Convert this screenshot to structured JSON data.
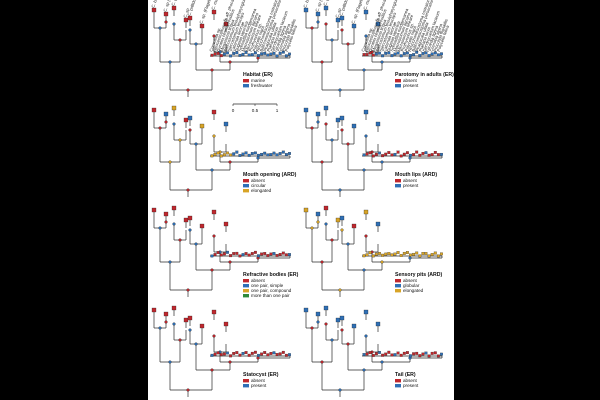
{
  "figure": {
    "taxa": [
      "C. baltica",
      "C. sp (Indian)",
      "C. gracilis",
      "C. sp",
      "C. pallidum",
      "C. sp. (Flagellum)",
      "C. marina",
      "S. aff. phoca",
      "Convoluta sp.",
      "Geocentrophora sp.",
      "Gyratrix hermaphroditus",
      "Mesostoma lingua",
      "Stenostomum brevipharyngium",
      "Stenostomum leucops",
      "Catenula lemnae",
      "Dugesia japonica",
      "Schmidtea mediterranea",
      "Macrostomum lignano",
      "Microstomum lineare",
      "Prorhynchus sp.",
      "Polycelis nigra",
      "Rhynchomesostoma rostratum",
      "Bothromesostoma personatum",
      "Phagocata ullala",
      "Planaria torva",
      "Dendrocoelum lacteum",
      "Girardia tigrina",
      "Crenobia alpina",
      "Procotyla fluviatilis",
      "Polycelis felina"
    ],
    "scale_bar": {
      "ticks": [
        "0",
        "0.5",
        "1"
      ]
    },
    "colors": {
      "red": "#c0272d",
      "blue": "#2e6fb6",
      "gold": "#d8a426",
      "green": "#2f8a3a",
      "grey": "#8a8a8a",
      "line": "#2a2a2a"
    },
    "panels": [
      {
        "title": "Habitat (ER)",
        "states": [
          {
            "label": "marine",
            "color": "#c0272d"
          },
          {
            "label": "freshwater",
            "color": "#2e6fb6"
          }
        ],
        "palette": [
          "#c0272d",
          "#2e6fb6"
        ]
      },
      {
        "title": "Parotomy in adults (ER)",
        "states": [
          {
            "label": "absent",
            "color": "#c0272d"
          },
          {
            "label": "present",
            "color": "#2e6fb6"
          }
        ],
        "palette": [
          "#c0272d",
          "#2e6fb6"
        ]
      },
      {
        "title": "Mouth opening (ARD)",
        "states": [
          {
            "label": "absent",
            "color": "#c0272d"
          },
          {
            "label": "circular",
            "color": "#2e6fb6"
          },
          {
            "label": "elongated",
            "color": "#d8a426"
          }
        ],
        "palette": [
          "#d8a426",
          "#2e6fb6",
          "#c0272d"
        ]
      },
      {
        "title": "Mouth lips (ARD)",
        "states": [
          {
            "label": "absent",
            "color": "#c0272d"
          },
          {
            "label": "present",
            "color": "#2e6fb6"
          }
        ],
        "palette": [
          "#c0272d",
          "#2e6fb6"
        ]
      },
      {
        "title": "Refractive bodies (ER)",
        "states": [
          {
            "label": "absent",
            "color": "#c0272d"
          },
          {
            "label": "one pair, simple",
            "color": "#2e6fb6"
          },
          {
            "label": "one pair, compound",
            "color": "#d8a426"
          },
          {
            "label": "more than one pair",
            "color": "#2f8a3a"
          }
        ],
        "palette": [
          "#c0272d",
          "#2e6fb6"
        ]
      },
      {
        "title": "Sensory pits (ARD)",
        "states": [
          {
            "label": "absent",
            "color": "#c0272d"
          },
          {
            "label": "globular",
            "color": "#2e6fb6"
          },
          {
            "label": "elongated",
            "color": "#d8a426"
          }
        ],
        "palette": [
          "#c0272d",
          "#2e6fb6",
          "#d8a426"
        ]
      },
      {
        "title": "Statocyst (ER)",
        "states": [
          {
            "label": "absent",
            "color": "#c0272d"
          },
          {
            "label": "present",
            "color": "#2e6fb6"
          }
        ],
        "palette": [
          "#c0272d",
          "#2e6fb6"
        ]
      },
      {
        "title": "Tail (ER)",
        "states": [
          {
            "label": "absent",
            "color": "#c0272d"
          },
          {
            "label": "present",
            "color": "#2e6fb6"
          }
        ],
        "palette": [
          "#c0272d",
          "#2e6fb6"
        ]
      }
    ]
  }
}
